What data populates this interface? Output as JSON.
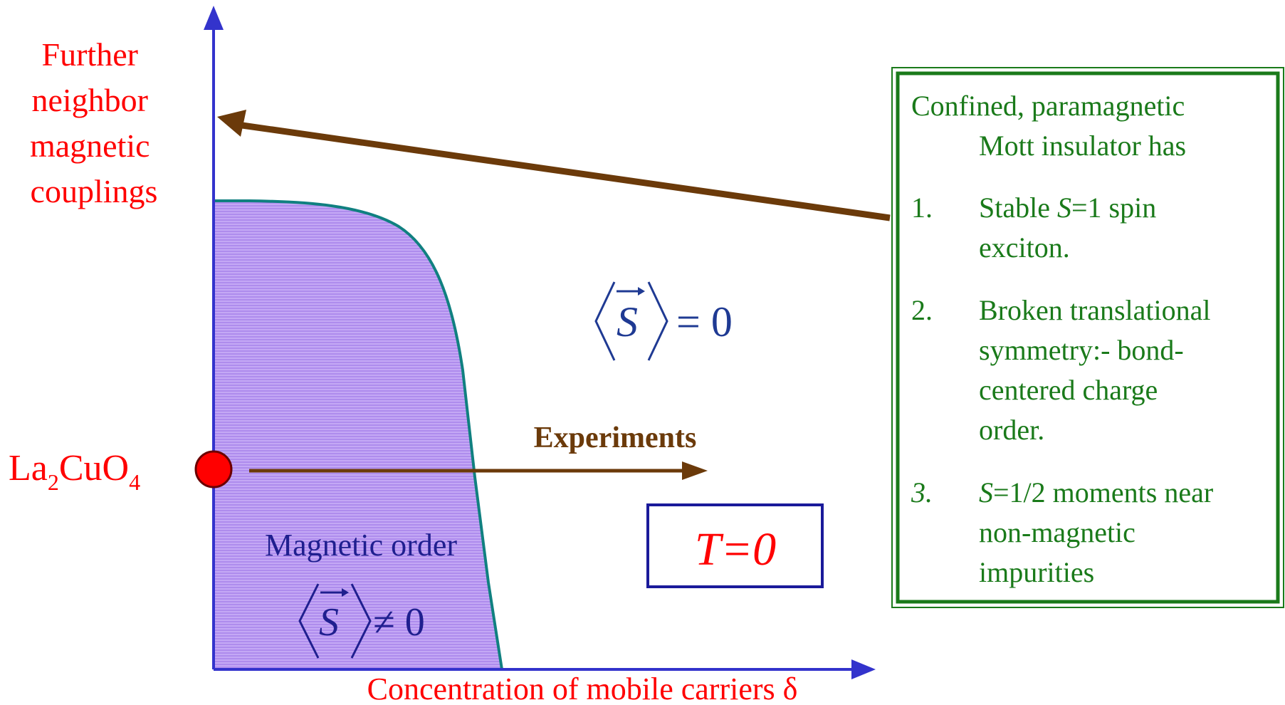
{
  "y_axis_label": [
    "Further",
    "neighbor",
    "magnetic",
    "couplings"
  ],
  "x_axis_label": "Concentration of mobile carriers δ",
  "compound": {
    "base": "La",
    "sub1": "2",
    "mid": "CuO",
    "sub2": "4"
  },
  "arrow_label": "Experiments",
  "region_ordered": {
    "label": "Magnetic order",
    "formula_lhs": "S",
    "formula_rel": "≠ 0"
  },
  "region_disordered": {
    "formula_lhs": "S",
    "formula_rel": "= 0"
  },
  "temperature_box": "T=0",
  "colors": {
    "axis": "#3333cc",
    "red": "#ff0000",
    "brown": "#6b3a0a",
    "green": "#1a7a1a",
    "teal": "#108080",
    "fill": "#b48ef0",
    "navy": "#1f3a93"
  },
  "info_box": {
    "heading": [
      "Confined, paramagnetic",
      "Mott insulator has"
    ],
    "items": [
      {
        "num": "1.",
        "lines": [
          "Stable S=1 spin",
          "exciton."
        ]
      },
      {
        "num": "2.",
        "lines": [
          "Broken translational",
          "symmetry:- bond-",
          "centered charge",
          "order."
        ]
      },
      {
        "num": "3.",
        "lines": [
          "S=1/2 moments near",
          "non-magnetic",
          "impurities"
        ]
      }
    ]
  }
}
